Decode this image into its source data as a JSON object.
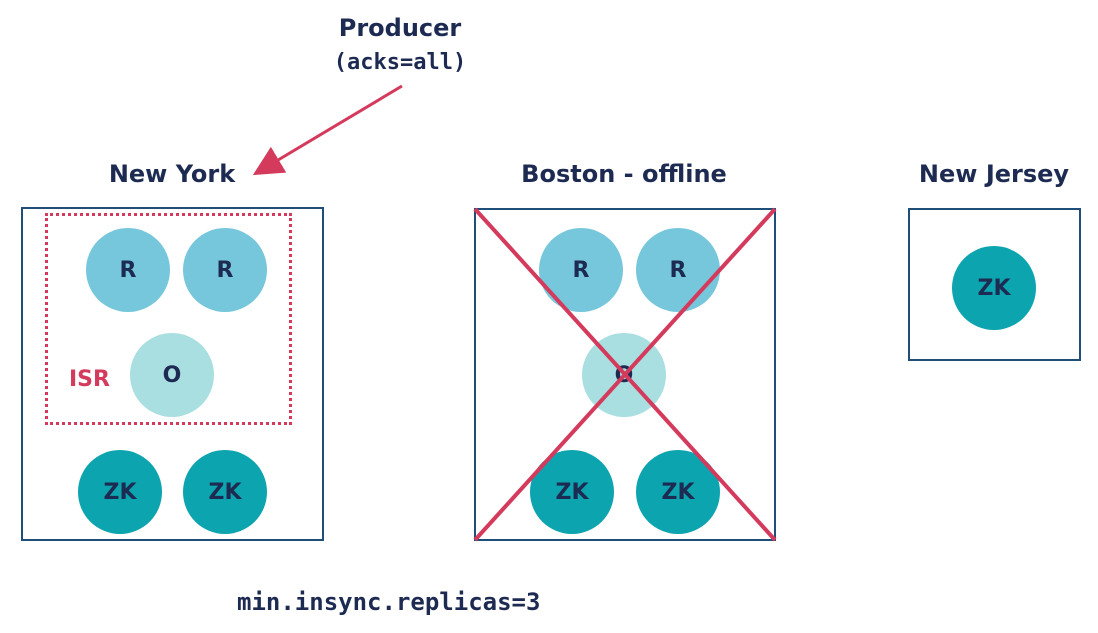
{
  "producer": {
    "title": "Producer",
    "config": "(acks=all)"
  },
  "datacenters": [
    {
      "name": "New York",
      "isr_label": "ISR",
      "nodes": [
        "R",
        "R",
        "O",
        "ZK",
        "ZK"
      ]
    },
    {
      "name": "Boston - offline",
      "nodes": [
        "R",
        "R",
        "O",
        "ZK",
        "ZK"
      ]
    },
    {
      "name": "New Jersey",
      "nodes": [
        "ZK"
      ]
    }
  ],
  "footer": {
    "setting": "min.insync.replicas=3"
  },
  "colors": {
    "navy": "#1d2b52",
    "border": "#1f4f78",
    "accent_red": "#d43a5c",
    "replica": "#76c7dc",
    "observer": "#a9dfe1",
    "zookeeper": "#0ca4ae"
  }
}
